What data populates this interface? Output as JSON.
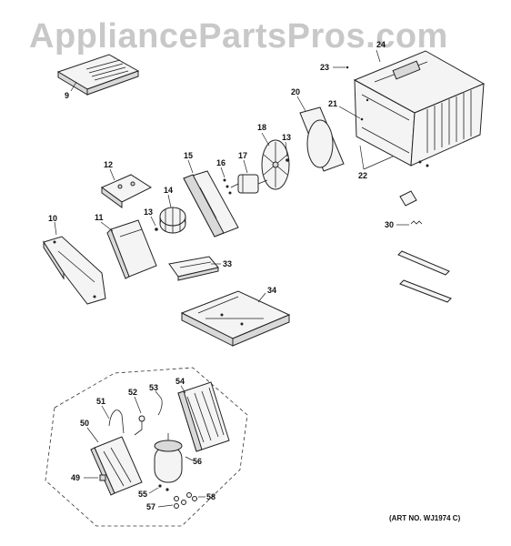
{
  "watermark": "AppliancePartsPros.com",
  "art_number": "(ART NO. WJ1974 C)",
  "callouts": {
    "p9": "9",
    "p10": "10",
    "p11": "11",
    "p12": "12",
    "p13a": "13",
    "p13b": "13",
    "p14": "14",
    "p15": "15",
    "p16": "16",
    "p17": "17",
    "p18": "18",
    "p20": "20",
    "p21": "21",
    "p22": "22",
    "p23": "23",
    "p24": "24",
    "p30": "30",
    "p33": "33",
    "p34": "34",
    "p49": "49",
    "p50": "50",
    "p51": "51",
    "p52": "52",
    "p53": "53",
    "p54": "54",
    "p55": "55",
    "p56": "56",
    "p57": "57",
    "p58": "58"
  }
}
